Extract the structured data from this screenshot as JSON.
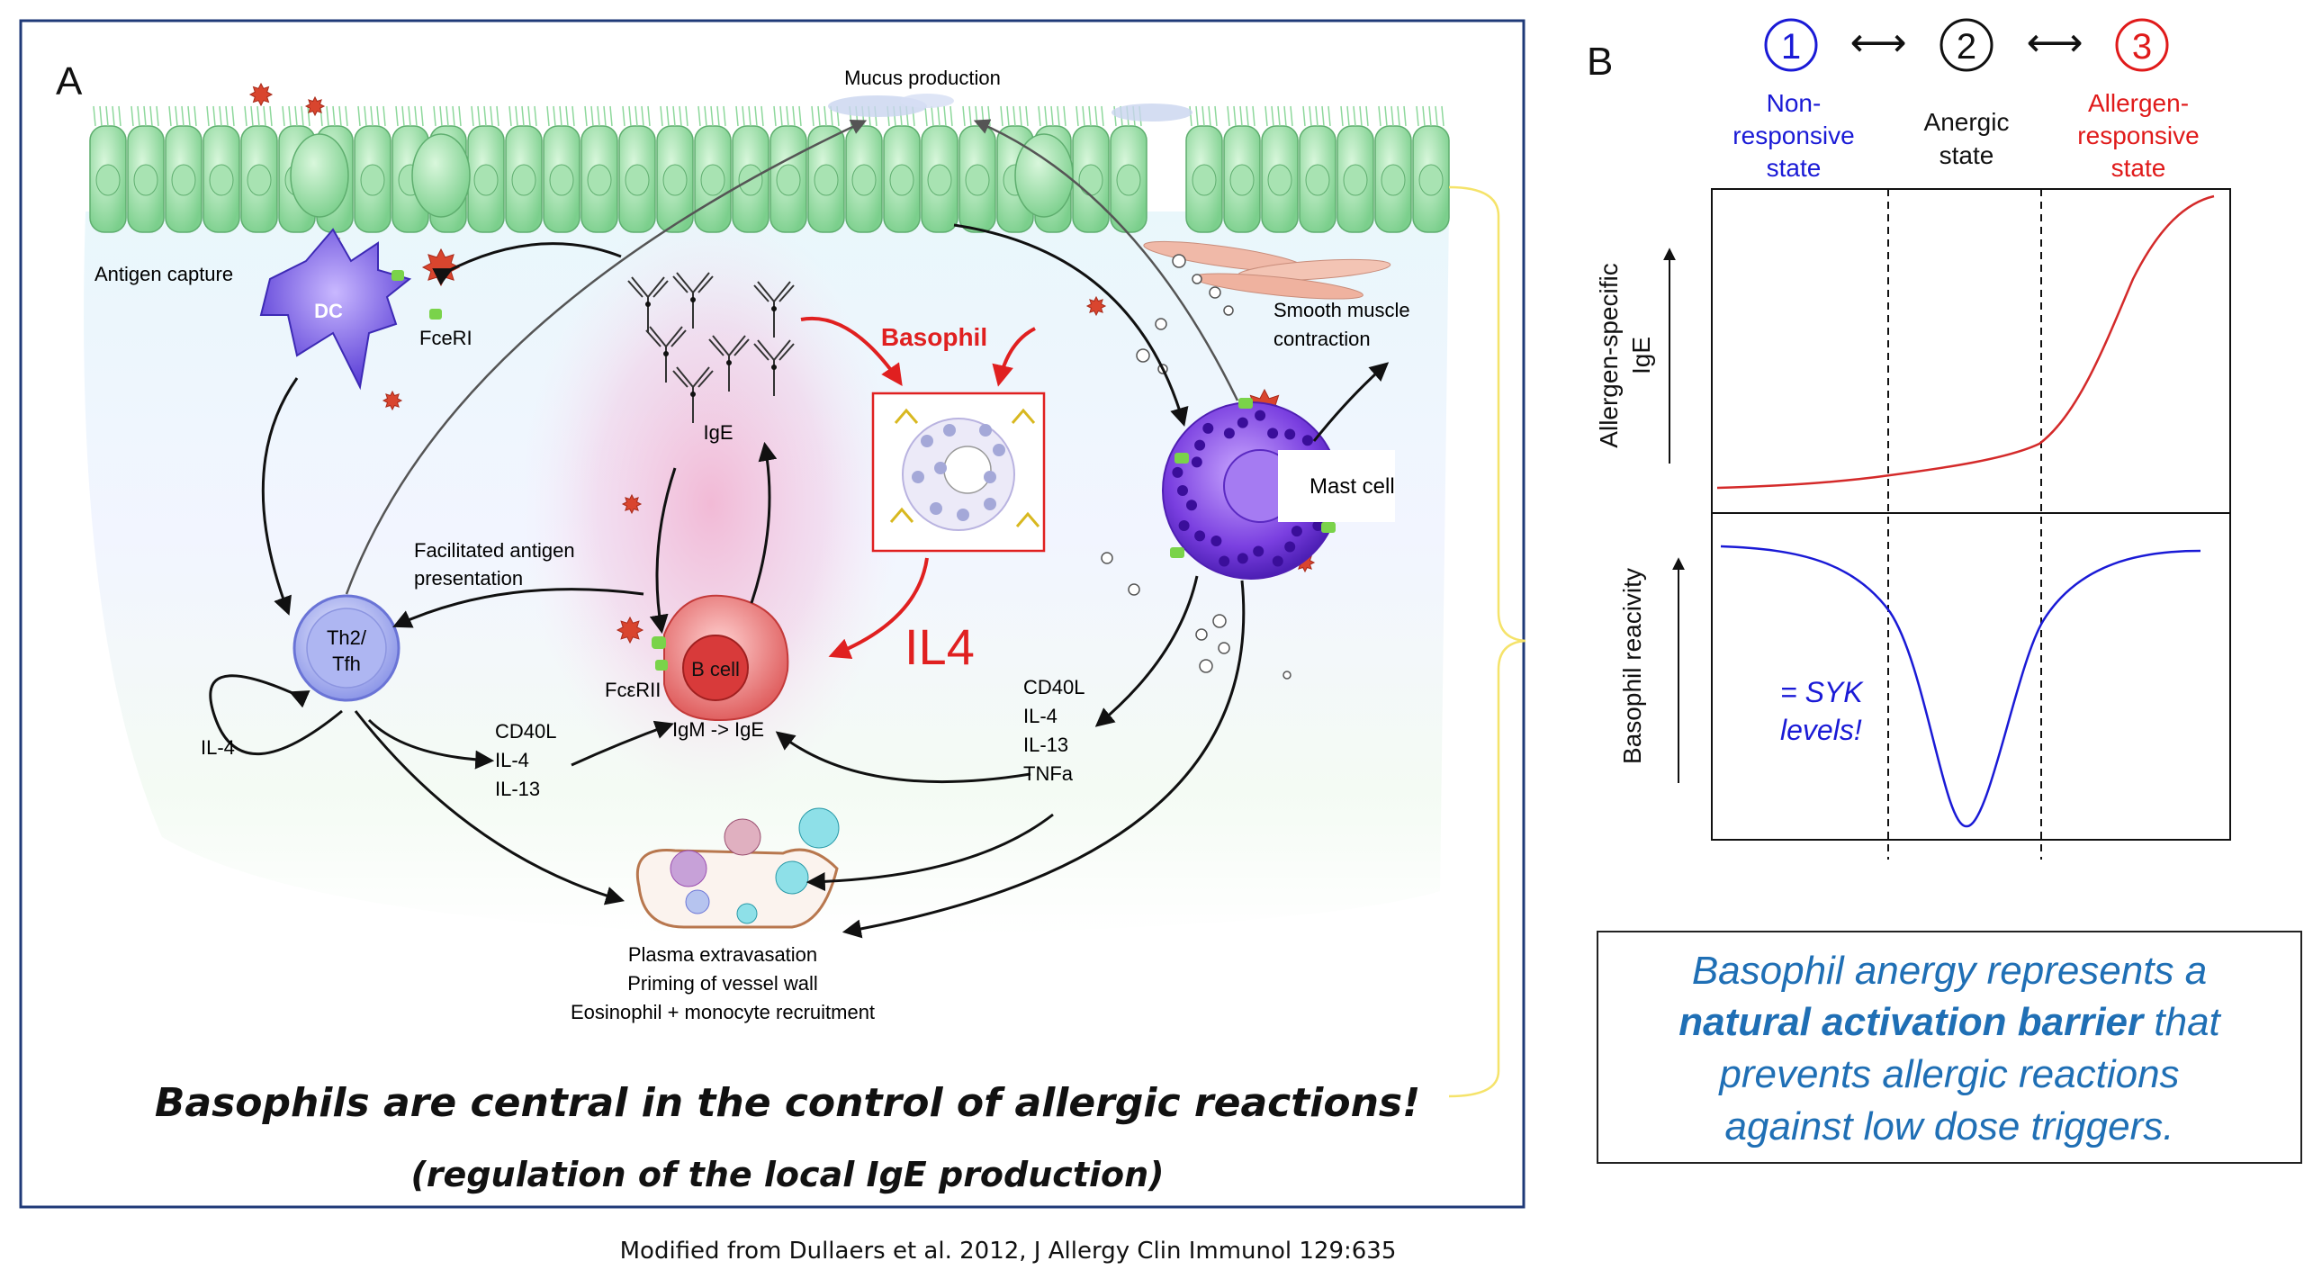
{
  "panel_a": {
    "letter": "A",
    "labels": {
      "mucus": "Mucus production",
      "antigen_capture": "Antigen capture",
      "dc": "DC",
      "fceri": "FceRI",
      "basophil": "Basophil",
      "ige": "IgE",
      "smooth_muscle_1": "Smooth muscle",
      "smooth_muscle_2": "contraction",
      "mast_cell": "Mast cell",
      "facilitated_1": "Facilitated antigen",
      "facilitated_2": "presentation",
      "th2_1": "Th2/",
      "th2_2": "Tfh",
      "il4_small": "IL-4",
      "fceRII": "FcεRII",
      "bcell": "B cell",
      "igm_ige": "IgM -> IgE",
      "il4_big": "IL4",
      "cd40l_left": [
        "CD40L",
        "IL-4",
        "IL-13"
      ],
      "cd40l_right": [
        "CD40L",
        "IL-4",
        "IL-13",
        "TNFa"
      ],
      "plasma": [
        "Plasma extravasation",
        "Priming of vessel wall",
        "Eosinophil + monocyte recruitment"
      ]
    },
    "headline": "Basophils are central in the control of allergic reactions!",
    "subheadline": "(regulation of the local IgE production)"
  },
  "panel_b": {
    "letter": "B",
    "states": [
      {
        "num": "1",
        "label": [
          "Non-",
          "responsive",
          "state"
        ],
        "color": "#1a1ad6"
      },
      {
        "num": "2",
        "label": [
          "Anergic",
          "state"
        ],
        "color": "#111111"
      },
      {
        "num": "3",
        "label": [
          "Allergen-",
          "responsive",
          "state"
        ],
        "color": "#e01a1a"
      }
    ],
    "arrow_glyph": "⟷",
    "ylabel_top": [
      "Allergen-specific",
      "IgE"
    ],
    "ylabel_bottom": "Basophil reacivity",
    "syk_note": [
      "= SYK",
      "levels!"
    ],
    "conclusion": {
      "line1": "Basophil anergy represents a",
      "bold": "natural activation barrier",
      "line2_rest": " that",
      "line3": "prevents allergic reactions",
      "line4": "against low dose triggers."
    }
  },
  "citation": "Modified from Dullaers et al. 2012, J Allergy Clin Immunol 129:635",
  "colors": {
    "panel_border": "#1f3a78",
    "ige_curve": "#d42a2a",
    "reactivity_curve": "#1a1ad6",
    "conclusion_text": "#1f6fb5",
    "basophil_red": "#e02020",
    "epithelium": "#8fdca0"
  }
}
